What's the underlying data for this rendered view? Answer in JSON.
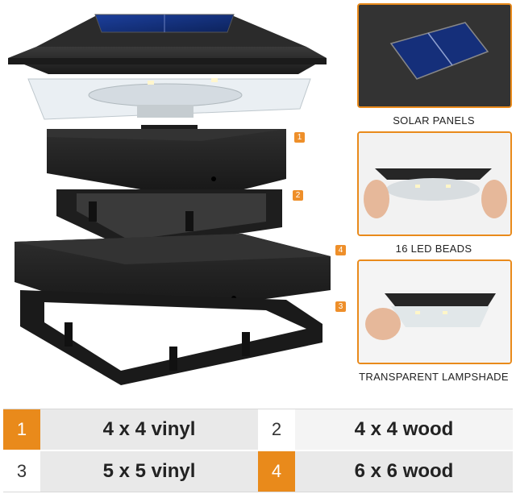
{
  "product": {
    "markers": [
      "1",
      "2",
      "4",
      "3"
    ]
  },
  "features": [
    {
      "caption": "SOLAR PANELS",
      "icon": "solar-panel-closeup"
    },
    {
      "caption": "16 LED BEADS",
      "icon": "led-beads-closeup"
    },
    {
      "caption": "TRANSPARENT LAMPSHADE",
      "icon": "lampshade-closeup"
    }
  ],
  "size_table": {
    "rows": [
      [
        {
          "num": "1",
          "label": "4 x 4 vinyl"
        },
        {
          "num": "2",
          "label": "4 x 4 wood"
        }
      ],
      [
        {
          "num": "3",
          "label": "5 x 5 vinyl"
        },
        {
          "num": "4",
          "label": "6 x 6 wood"
        }
      ]
    ],
    "colors": {
      "accent": "#e98a1b",
      "row_bg": "#e9e9e9"
    }
  }
}
